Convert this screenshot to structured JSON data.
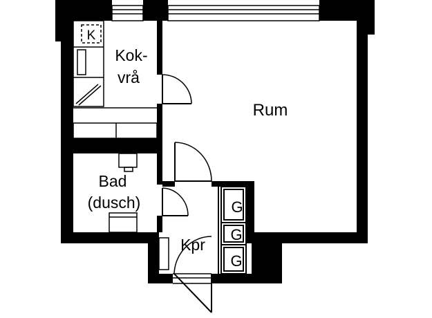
{
  "floorplan": {
    "rooms": {
      "rum": "Rum",
      "kokvra_line1": "Kok-",
      "kokvra_line2": "vrå",
      "bad_line1": "Bad",
      "bad_line2": "(dusch)",
      "kpr": "Kpr"
    },
    "fixtures": {
      "stove": "K",
      "wardrobe_1": "G",
      "wardrobe_2": "G",
      "wardrobe_3": "G"
    }
  }
}
